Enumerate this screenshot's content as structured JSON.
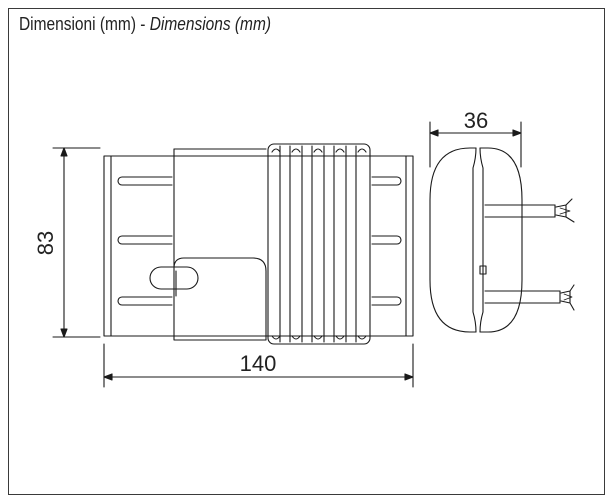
{
  "title": {
    "italian": "Dimensioni (mm)",
    "separator": " - ",
    "english": "Dimensions (mm)"
  },
  "dimensions": {
    "height": "83",
    "length": "140",
    "depth": "36"
  },
  "colors": {
    "line": "#1a1a1a",
    "frame": "#3a3a3a",
    "background": "#ffffff"
  }
}
